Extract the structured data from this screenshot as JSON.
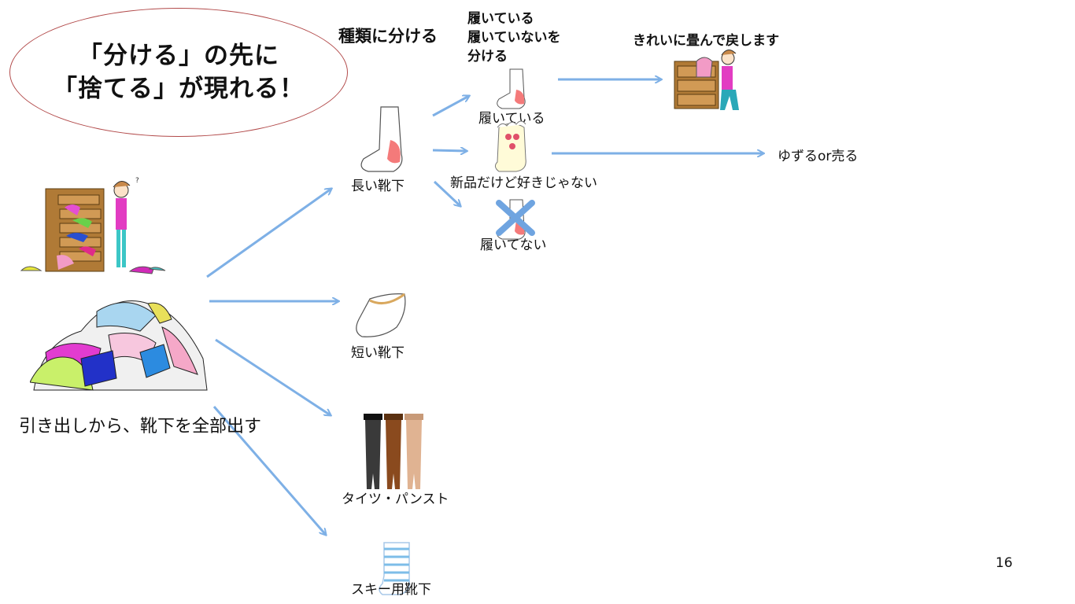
{
  "headline": {
    "line1": "「分ける」の先に",
    "line2": "「捨てる」が現れる！"
  },
  "column_header": "種類に分ける",
  "sub_header": {
    "line1": "履いている",
    "line2": "履いていないを",
    "line3": "分ける"
  },
  "fold_label": "きれいに畳んで戻します",
  "start_caption": "引き出しから、靴下を全部出す",
  "categories": {
    "long": "長い靴下",
    "short": "短い靴下",
    "tights": "タイツ・パンスト",
    "ski": "スキー用靴下"
  },
  "sorting": {
    "wearing": "履いている",
    "new_dislike": "新品だけど好きじゃない",
    "not_wearing": "履いてない"
  },
  "give_away": "ゆずるor売る",
  "page_number": "16",
  "colors": {
    "arrow": "#7eb0e6",
    "ellipse_border": "#b24a4a",
    "cross": "#6fa4e0"
  },
  "icons": [
    "drawer-woman-icon",
    "sock-pile-icon",
    "long-sock-icon",
    "short-sock-icon",
    "tights-icon",
    "ski-sock-icon",
    "folding-woman-icon",
    "cross-icon"
  ]
}
